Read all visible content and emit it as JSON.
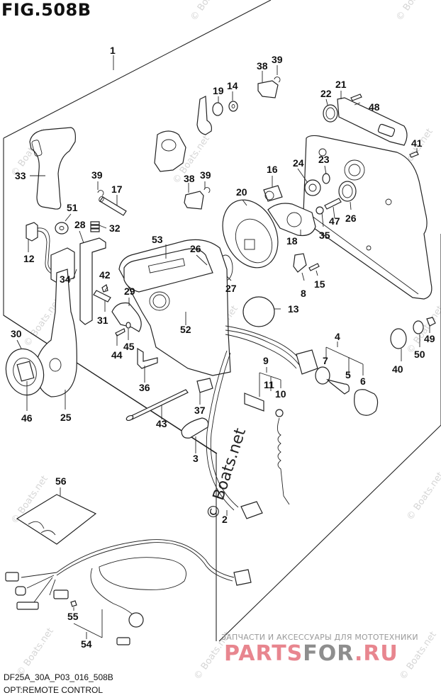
{
  "figure": {
    "title": "FIG.508B",
    "code": "DF25A_30A_P03_016_508B",
    "caption": "OPT:REMOTE CONTROL"
  },
  "watermark": {
    "text": "© Boats.net"
  },
  "promo": {
    "tagline": "ЗАПЧАСТИ И АКСЕССУАРЫ ДЛЯ МОТОТЕХНИКИ",
    "brand_part1": "PARTS",
    "brand_part2": "FOR",
    "brand_part3": ".RU"
  },
  "callouts": [
    {
      "id": "1",
      "label": "1"
    },
    {
      "id": "2",
      "label": "2"
    },
    {
      "id": "3",
      "label": "3"
    },
    {
      "id": "4",
      "label": "4"
    },
    {
      "id": "5",
      "label": "5"
    },
    {
      "id": "6",
      "label": "6"
    },
    {
      "id": "7",
      "label": "7"
    },
    {
      "id": "8",
      "label": "8"
    },
    {
      "id": "9",
      "label": "9"
    },
    {
      "id": "10",
      "label": "10"
    },
    {
      "id": "11",
      "label": "11"
    },
    {
      "id": "12",
      "label": "12"
    },
    {
      "id": "13",
      "label": "13"
    },
    {
      "id": "14",
      "label": "14"
    },
    {
      "id": "15",
      "label": "15"
    },
    {
      "id": "16",
      "label": "16"
    },
    {
      "id": "17",
      "label": "17"
    },
    {
      "id": "18",
      "label": "18"
    },
    {
      "id": "19",
      "label": "19"
    },
    {
      "id": "20",
      "label": "20"
    },
    {
      "id": "21",
      "label": "21"
    },
    {
      "id": "22",
      "label": "22"
    },
    {
      "id": "23",
      "label": "23"
    },
    {
      "id": "24",
      "label": "24"
    },
    {
      "id": "25",
      "label": "25"
    },
    {
      "id": "26a",
      "label": "26"
    },
    {
      "id": "26b",
      "label": "26"
    },
    {
      "id": "27",
      "label": "27"
    },
    {
      "id": "28",
      "label": "28"
    },
    {
      "id": "29",
      "label": "29"
    },
    {
      "id": "30",
      "label": "30"
    },
    {
      "id": "31",
      "label": "31"
    },
    {
      "id": "32",
      "label": "32"
    },
    {
      "id": "33",
      "label": "33"
    },
    {
      "id": "34",
      "label": "34"
    },
    {
      "id": "35",
      "label": "35"
    },
    {
      "id": "36",
      "label": "36"
    },
    {
      "id": "37",
      "label": "37"
    },
    {
      "id": "38a",
      "label": "38"
    },
    {
      "id": "38b",
      "label": "38"
    },
    {
      "id": "39a",
      "label": "39"
    },
    {
      "id": "39b",
      "label": "39"
    },
    {
      "id": "39c",
      "label": "39"
    },
    {
      "id": "40",
      "label": "40"
    },
    {
      "id": "41",
      "label": "41"
    },
    {
      "id": "42",
      "label": "42"
    },
    {
      "id": "43",
      "label": "43"
    },
    {
      "id": "44",
      "label": "44"
    },
    {
      "id": "45",
      "label": "45"
    },
    {
      "id": "46",
      "label": "46"
    },
    {
      "id": "47",
      "label": "47"
    },
    {
      "id": "48",
      "label": "48"
    },
    {
      "id": "49",
      "label": "49"
    },
    {
      "id": "50",
      "label": "50"
    },
    {
      "id": "51",
      "label": "51"
    },
    {
      "id": "52",
      "label": "52"
    },
    {
      "id": "53",
      "label": "53"
    },
    {
      "id": "54",
      "label": "54"
    },
    {
      "id": "55",
      "label": "55"
    },
    {
      "id": "56",
      "label": "56"
    }
  ]
}
